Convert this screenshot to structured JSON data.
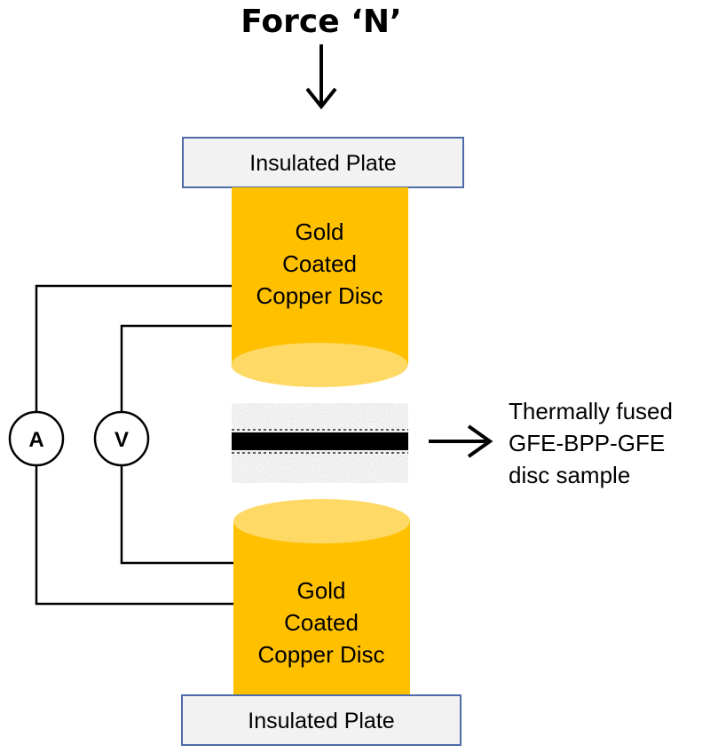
{
  "force_label": "Force ‘N’",
  "top_plate": "Insulated Plate",
  "bottom_plate": "Insulated Plate",
  "top_disc": {
    "line1": "Gold",
    "line2": "Coated",
    "line3": "Copper Disc"
  },
  "bottom_disc": {
    "line1": "Gold",
    "line2": "Coated",
    "line3": "Copper Disc"
  },
  "ammeter": "A",
  "voltmeter": "V",
  "sample": {
    "line1": "Thermally fused",
    "line2": "GFE-BPP-GFE",
    "line3": "disc sample"
  },
  "colors": {
    "disc_body": "#FFC000",
    "disc_face": "#FFD966",
    "plate_fill": "#F2F2F2",
    "plate_border": "#4F6AA8",
    "sample_core": "#000000"
  }
}
